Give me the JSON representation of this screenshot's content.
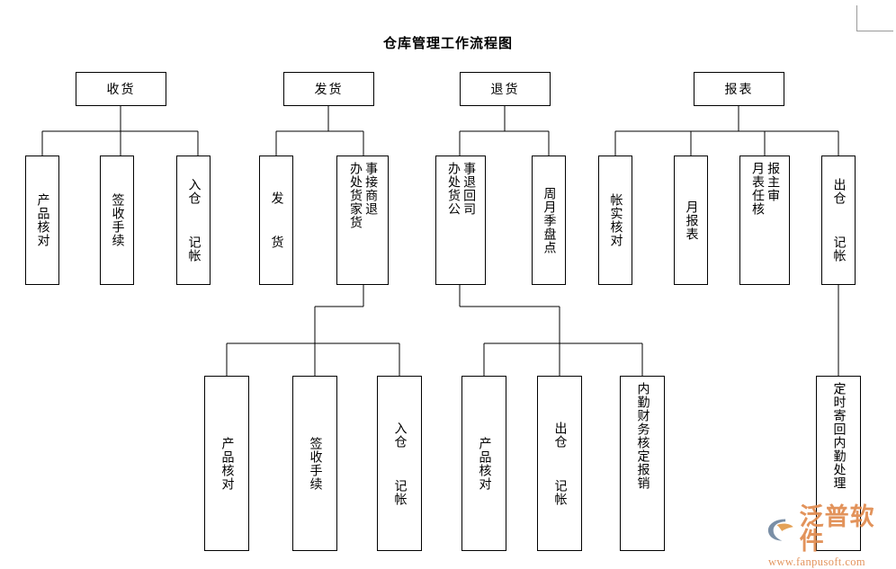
{
  "page": {
    "title": "仓库管理工作流程图",
    "background": "#ffffff",
    "line_color": "#000000",
    "corner_mark_color": "#9a9a9a"
  },
  "watermark": {
    "brand": "泛普软件",
    "url": "www.fanpusoft.com",
    "brand_color": "#e08a4e",
    "logo_accent": "#7a8fa6"
  },
  "chart_data": {
    "type": "diagram",
    "title": "仓库管理工作流程图",
    "orientation": "top-down tree, vertical CJK text in leaf boxes",
    "columns": [
      "收货",
      "发货",
      "退货",
      "报表"
    ],
    "nodes": [
      {
        "id": "n1",
        "label": "收货",
        "level": 1
      },
      {
        "id": "n2",
        "label": "发货",
        "level": 1
      },
      {
        "id": "n3",
        "label": "退货",
        "level": 1
      },
      {
        "id": "n4",
        "label": "报表",
        "level": 1
      },
      {
        "id": "a1",
        "label": "产品核对",
        "level": 2,
        "parent": "n1"
      },
      {
        "id": "a2",
        "label": "签收手续",
        "level": 2,
        "parent": "n1"
      },
      {
        "id": "a3",
        "label": "入仓  记帐",
        "level": 2,
        "parent": "n1"
      },
      {
        "id": "b1",
        "label": "发  货",
        "level": 2,
        "parent": "n2"
      },
      {
        "id": "b2",
        "label": "事接商退 / 办处货家货",
        "level": 2,
        "parent": "n2"
      },
      {
        "id": "c1",
        "label": "事退回司 / 办处货公",
        "level": 2,
        "parent": "n3"
      },
      {
        "id": "c2",
        "label": "周月季盘点",
        "level": 2,
        "parent": "n3"
      },
      {
        "id": "d1",
        "label": "帐实核对",
        "level": 2,
        "parent": "n4"
      },
      {
        "id": "d2",
        "label": "月报表",
        "level": 2,
        "parent": "n4"
      },
      {
        "id": "d3",
        "label": "报主审 / 月表任核",
        "level": 2,
        "parent": "n4"
      },
      {
        "id": "d4",
        "label": "出仓  记帐",
        "level": 2,
        "parent": "n4"
      },
      {
        "id": "e1",
        "label": "产品核对",
        "level": 3,
        "parent": "b2"
      },
      {
        "id": "e2",
        "label": "签收手续",
        "level": 3,
        "parent": "b2"
      },
      {
        "id": "e3",
        "label": "入仓  记帐",
        "level": 3,
        "parent": "b2"
      },
      {
        "id": "f1",
        "label": "产品核对",
        "level": 3,
        "parent": "c1"
      },
      {
        "id": "f2",
        "label": "出仓  记帐",
        "level": 3,
        "parent": "c1"
      },
      {
        "id": "f3",
        "label": "内勤财务核定报销",
        "level": 3,
        "parent": "c1"
      },
      {
        "id": "g1",
        "label": "定时寄回内勤处理",
        "level": 3,
        "parent": "d4"
      }
    ]
  },
  "boxes": {
    "receiving": {
      "label": "收货"
    },
    "shipping": {
      "label": "发货"
    },
    "returns": {
      "label": "退货"
    },
    "reports": {
      "label": "报表"
    },
    "recv_check": {
      "label": "产品核对"
    },
    "recv_sign": {
      "label": "签收手续"
    },
    "recv_store": {
      "label": "入仓  记帐"
    },
    "ship_out": {
      "label": "发  货"
    },
    "ship_vendor_right": {
      "label": "事接商退"
    },
    "ship_vendor_left": {
      "label": "办处货家货"
    },
    "ret_company_right": {
      "label": "事退回司"
    },
    "ret_company_left": {
      "label": "办处货公"
    },
    "ret_count": {
      "label": "周月季盘点"
    },
    "rep_reconcile": {
      "label": "帐实核对"
    },
    "rep_monthly": {
      "label": "月报表"
    },
    "rep_audit_right": {
      "label": "报主审"
    },
    "rep_audit_left": {
      "label": "月表任核"
    },
    "rep_outbound": {
      "label": "出仓  记帐"
    },
    "ship_sub_check": {
      "label": "产品核对"
    },
    "ship_sub_sign": {
      "label": "签收手续"
    },
    "ship_sub_store": {
      "label": "入仓  记帐"
    },
    "ret_sub_check": {
      "label": "产品核对"
    },
    "ret_sub_out": {
      "label": "出仓  记帐"
    },
    "ret_sub_finance": {
      "label": "内勤财务核定报销"
    },
    "rep_mail_back": {
      "label": "定时寄回内勤处理"
    }
  }
}
